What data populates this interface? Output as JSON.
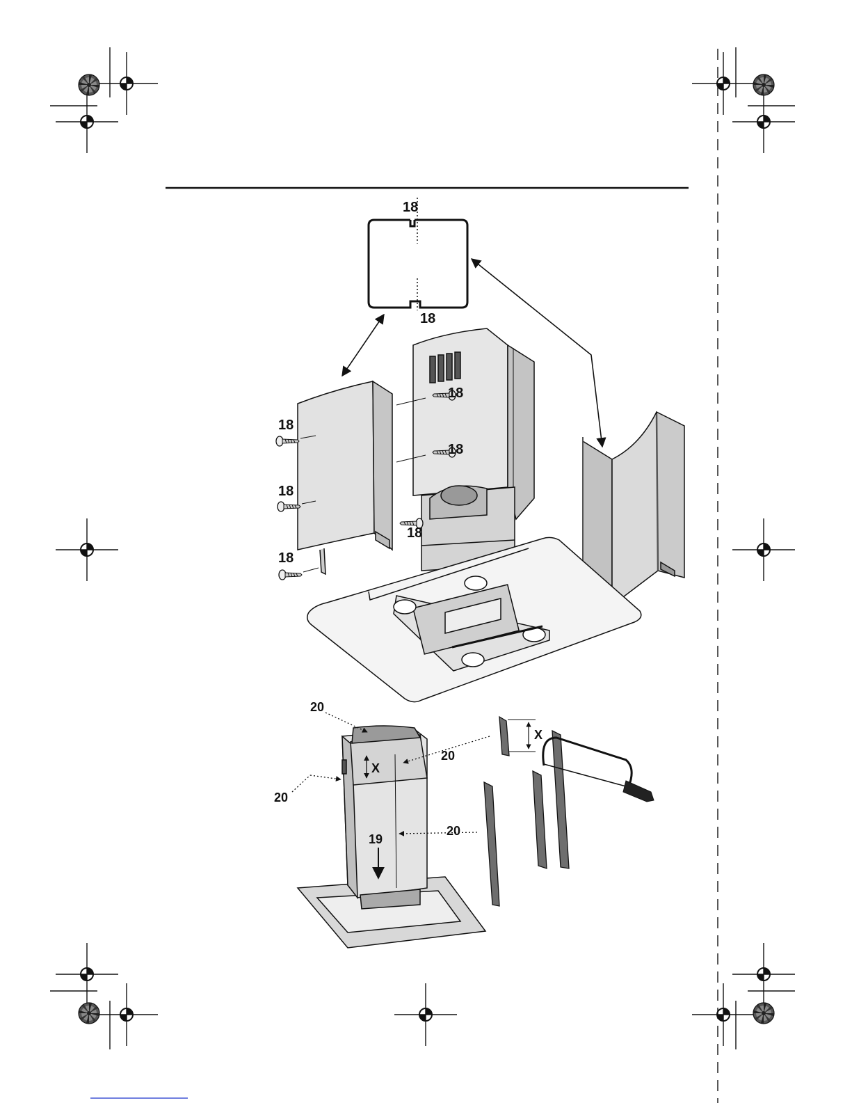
{
  "callouts": {
    "part_18": "18",
    "part_19": "19",
    "part_20": "20",
    "dim_x": "X"
  },
  "colors": {
    "ink": "#111111",
    "panel": "#d0d0d0",
    "panel_dark": "#a9a9a9",
    "panel_light": "#e6e6e6",
    "strip": "#6e6e6e",
    "underline": "#1a33cc"
  },
  "icons": [
    "registration-mark-icon",
    "color-wheel-icon",
    "screw-icon",
    "hacksaw-icon"
  ]
}
